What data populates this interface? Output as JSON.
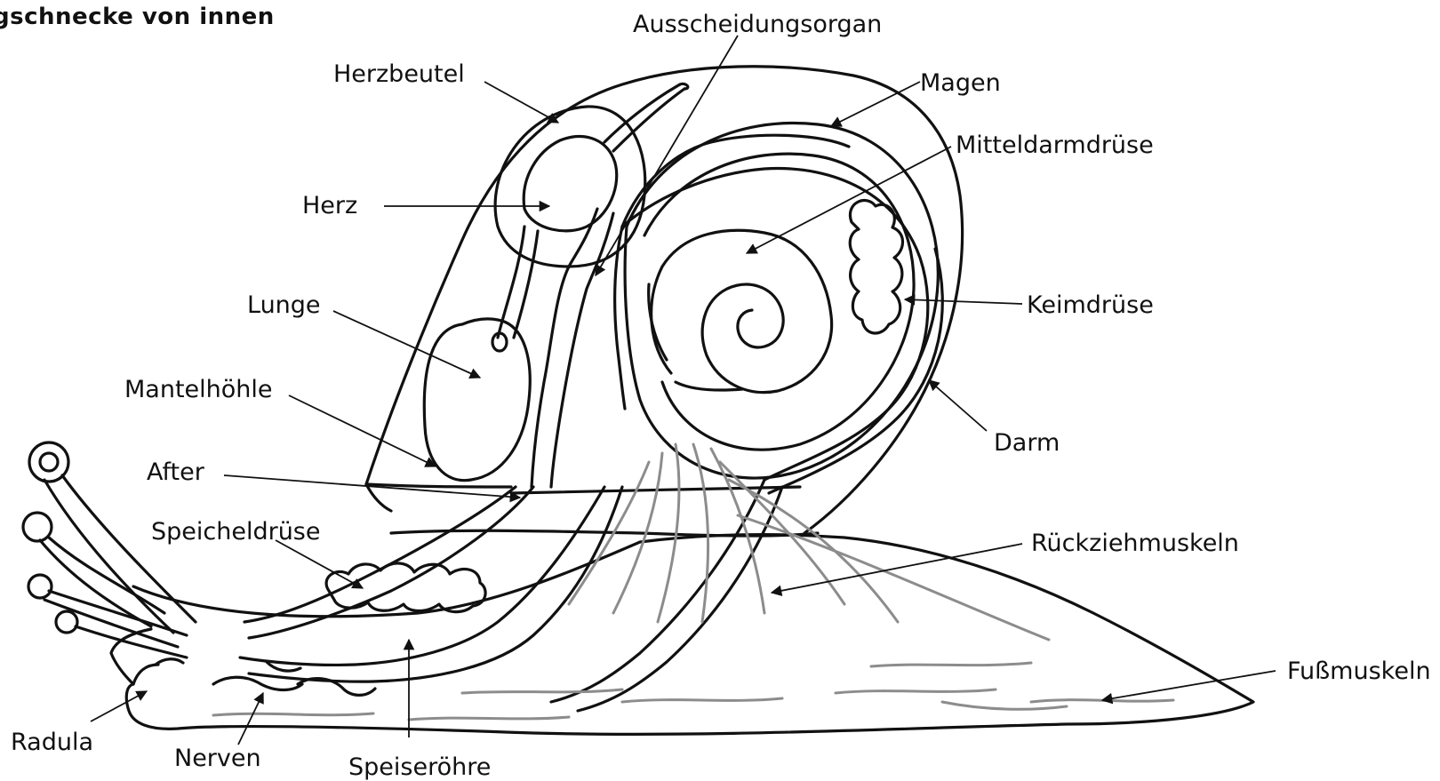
{
  "title": "gschnecke von innen",
  "labels": {
    "ausscheidungsorgan": "Ausscheidungsorgan",
    "herzbeutel": "Herzbeutel",
    "magen": "Magen",
    "mitteldarmdruese": "Mitteldarmdrüse",
    "herz": "Herz",
    "keimdruese": "Keimdrüse",
    "lunge": "Lunge",
    "mantelhoehle": "Mantelhöhle",
    "darm": "Darm",
    "after": "After",
    "speicheldruese": "Speicheldrüse",
    "rueckziehmuskeln": "Rückziehmuskeln",
    "fussmuskeln": "Fußmuskeln",
    "radula": "Radula",
    "nerven": "Nerven",
    "speiseroehre": "Speiseröhre"
  },
  "colors": {
    "line": "#111111",
    "muscle": "#8c8c8c",
    "background": "#ffffff"
  }
}
